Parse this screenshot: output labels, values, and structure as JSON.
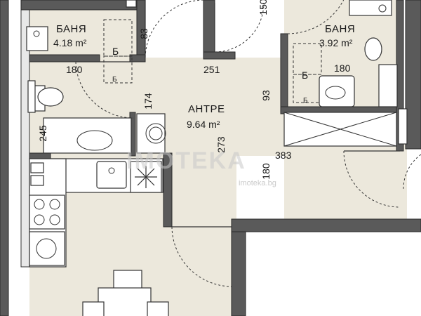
{
  "rooms": {
    "bath_left": {
      "label": "БАНЯ",
      "area": "4.18 m²"
    },
    "bath_right": {
      "label": "БАНЯ",
      "area": "3.92 m²"
    },
    "hall": {
      "label": "АНТРЕ",
      "area": "9.64 m²"
    }
  },
  "dimensions": {
    "d83": "83",
    "d150": "150",
    "d180_top_left": "180",
    "d251": "251",
    "d180_top_right": "180",
    "d174": "174",
    "d93": "93",
    "d245": "245",
    "d273": "273",
    "d383": "383",
    "d180_vertical": "180"
  },
  "marks": {
    "b1": "Б",
    "b2": "Б",
    "b3": "Б",
    "b4": "Б"
  },
  "watermark": {
    "main": "IMOTEKA",
    "url": "imoteka.bg"
  },
  "colors": {
    "floor": "#ece8dc",
    "wall": "#5a5a5a",
    "line": "#333333"
  }
}
